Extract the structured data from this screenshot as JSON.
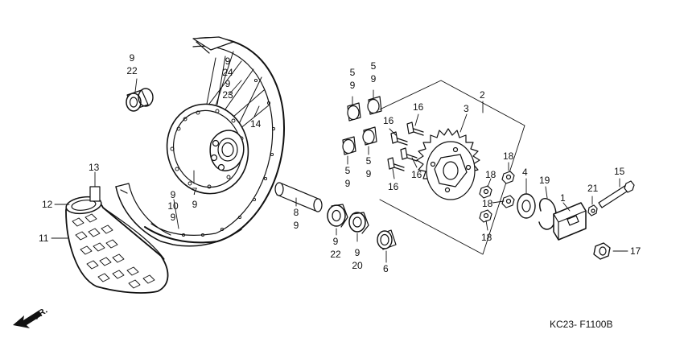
{
  "diagram_code": "KC23- F1100B",
  "direction_label": "FR.",
  "callouts": [
    {
      "id": "c-9-22-top",
      "lines": [
        "9",
        "22"
      ]
    },
    {
      "id": "c-9-24-9-23",
      "lines": [
        "9",
        "24",
        "9",
        "23"
      ]
    },
    {
      "id": "c-14",
      "lines": [
        "14"
      ]
    },
    {
      "id": "c-7-9",
      "lines": [
        "7",
        "9"
      ]
    },
    {
      "id": "c-13",
      "lines": [
        "13"
      ]
    },
    {
      "id": "c-12",
      "lines": [
        "12"
      ]
    },
    {
      "id": "c-11",
      "lines": [
        "11"
      ]
    },
    {
      "id": "c-9-10-9",
      "lines": [
        "9",
        "10",
        "9"
      ]
    },
    {
      "id": "c-5-9-a",
      "lines": [
        "5",
        "9"
      ]
    },
    {
      "id": "c-5-9-b",
      "lines": [
        "5",
        "9"
      ]
    },
    {
      "id": "c-5-9-c",
      "lines": [
        "5",
        "9"
      ]
    },
    {
      "id": "c-5-9-d",
      "lines": [
        "5",
        "9"
      ]
    },
    {
      "id": "c-8-9",
      "lines": [
        "8",
        "9"
      ]
    },
    {
      "id": "c-9-22-bot",
      "lines": [
        "9",
        "22"
      ]
    },
    {
      "id": "c-9-20",
      "lines": [
        "9",
        "20"
      ]
    },
    {
      "id": "c-6",
      "lines": [
        "6"
      ]
    },
    {
      "id": "c-2",
      "lines": [
        "2"
      ]
    },
    {
      "id": "c-3",
      "lines": [
        "3"
      ]
    },
    {
      "id": "c-16-a",
      "lines": [
        "16"
      ]
    },
    {
      "id": "c-16-b",
      "lines": [
        "16"
      ]
    },
    {
      "id": "c-16-c",
      "lines": [
        "16"
      ]
    },
    {
      "id": "c-16-d",
      "lines": [
        "16"
      ]
    },
    {
      "id": "c-18-a",
      "lines": [
        "18"
      ]
    },
    {
      "id": "c-18-b",
      "lines": [
        "18"
      ]
    },
    {
      "id": "c-18-c",
      "lines": [
        "18"
      ]
    },
    {
      "id": "c-18-d",
      "lines": [
        "18"
      ]
    },
    {
      "id": "c-4",
      "lines": [
        "4"
      ]
    },
    {
      "id": "c-19",
      "lines": [
        "19"
      ]
    },
    {
      "id": "c-1",
      "lines": [
        "1"
      ]
    },
    {
      "id": "c-21",
      "lines": [
        "21"
      ]
    },
    {
      "id": "c-15",
      "lines": [
        "15"
      ]
    },
    {
      "id": "c-17",
      "lines": [
        "17"
      ]
    }
  ],
  "parts": [
    "front-arrow",
    "tire",
    "tire-flap",
    "tube-valve",
    "rim",
    "hub",
    "spokes",
    "bearing",
    "axle-spacer",
    "collar",
    "sprocket",
    "bolts",
    "nuts",
    "washer",
    "snap-ring",
    "chain-adjuster",
    "adjusting-bolt",
    "axle-nut"
  ]
}
